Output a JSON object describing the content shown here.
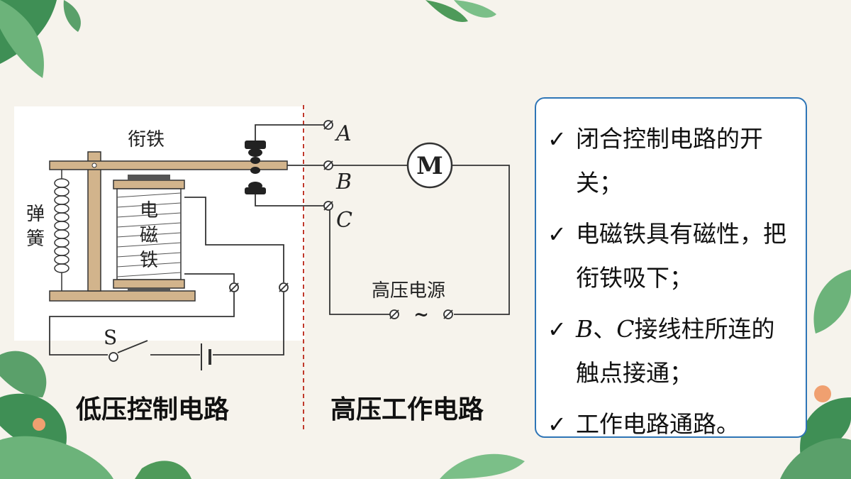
{
  "diagram": {
    "armature_label": "衔铁",
    "spring_label": [
      "弹",
      "簧"
    ],
    "electromagnet_label": [
      "电",
      "磁",
      "铁"
    ],
    "terminal_a": "A",
    "terminal_b": "B",
    "terminal_c": "C",
    "motor_label": "M",
    "power_source_label": "高压电源",
    "ac_symbol": "~",
    "switch_label": "S"
  },
  "labels": {
    "low_voltage": "低压控制电路",
    "high_voltage": "高压工作电路"
  },
  "bullets": {
    "check": "✓",
    "b1": "闭合控制电路的开关；",
    "b2": "电磁铁具有磁性，把衔铁吸下；",
    "b3_b": "B",
    "b3_sep": "、",
    "b3_c": "C",
    "b3_rest": "接线柱所连的触点接通；",
    "b4": "工作电路通路。"
  },
  "colors": {
    "accent_border": "#2e75b6",
    "divider": "#c0392b",
    "relay_tan": "#d2b48c",
    "leaf_green": "#4e9a5a"
  }
}
